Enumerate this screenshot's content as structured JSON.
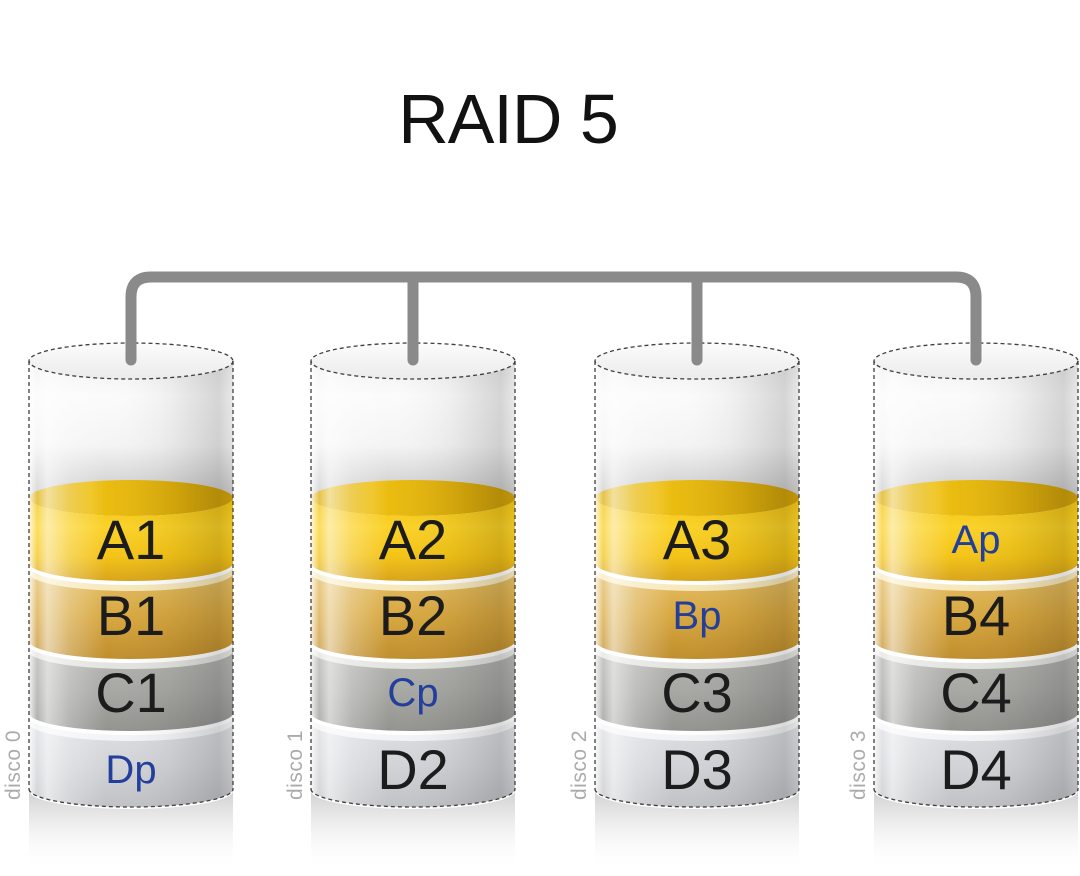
{
  "title": "RAID 5",
  "disks": [
    {
      "name": "disco 0",
      "blocks": [
        {
          "label": "A1",
          "parity": false
        },
        {
          "label": "B1",
          "parity": false
        },
        {
          "label": "C1",
          "parity": false
        },
        {
          "label": "Dp",
          "parity": true
        }
      ]
    },
    {
      "name": "disco 1",
      "blocks": [
        {
          "label": "A2",
          "parity": false
        },
        {
          "label": "B2",
          "parity": false
        },
        {
          "label": "Cp",
          "parity": true
        },
        {
          "label": "D2",
          "parity": false
        }
      ]
    },
    {
      "name": "disco 2",
      "blocks": [
        {
          "label": "A3",
          "parity": false
        },
        {
          "label": "Bp",
          "parity": true
        },
        {
          "label": "C3",
          "parity": false
        },
        {
          "label": "D3",
          "parity": false
        }
      ]
    },
    {
      "name": "disco 3",
      "blocks": [
        {
          "label": "Ap",
          "parity": true
        },
        {
          "label": "B4",
          "parity": false
        },
        {
          "label": "C4",
          "parity": false
        },
        {
          "label": "D4",
          "parity": false
        }
      ]
    }
  ],
  "colors": {
    "background": "#FFFFFF",
    "title_text": "#121212",
    "block_text": "#1C1C1C",
    "parity_text": "#243E9B",
    "disk_label_text": "#ABABAB",
    "connector": "#8A8A8A",
    "outline": "#3F3F3F",
    "band_a_top": "#E2B30C",
    "band_a_body": "#FACD1E",
    "band_b_body": "#D8A840",
    "band_c_body": "#A7A8A4",
    "band_d_body": "#D3D4D8"
  }
}
